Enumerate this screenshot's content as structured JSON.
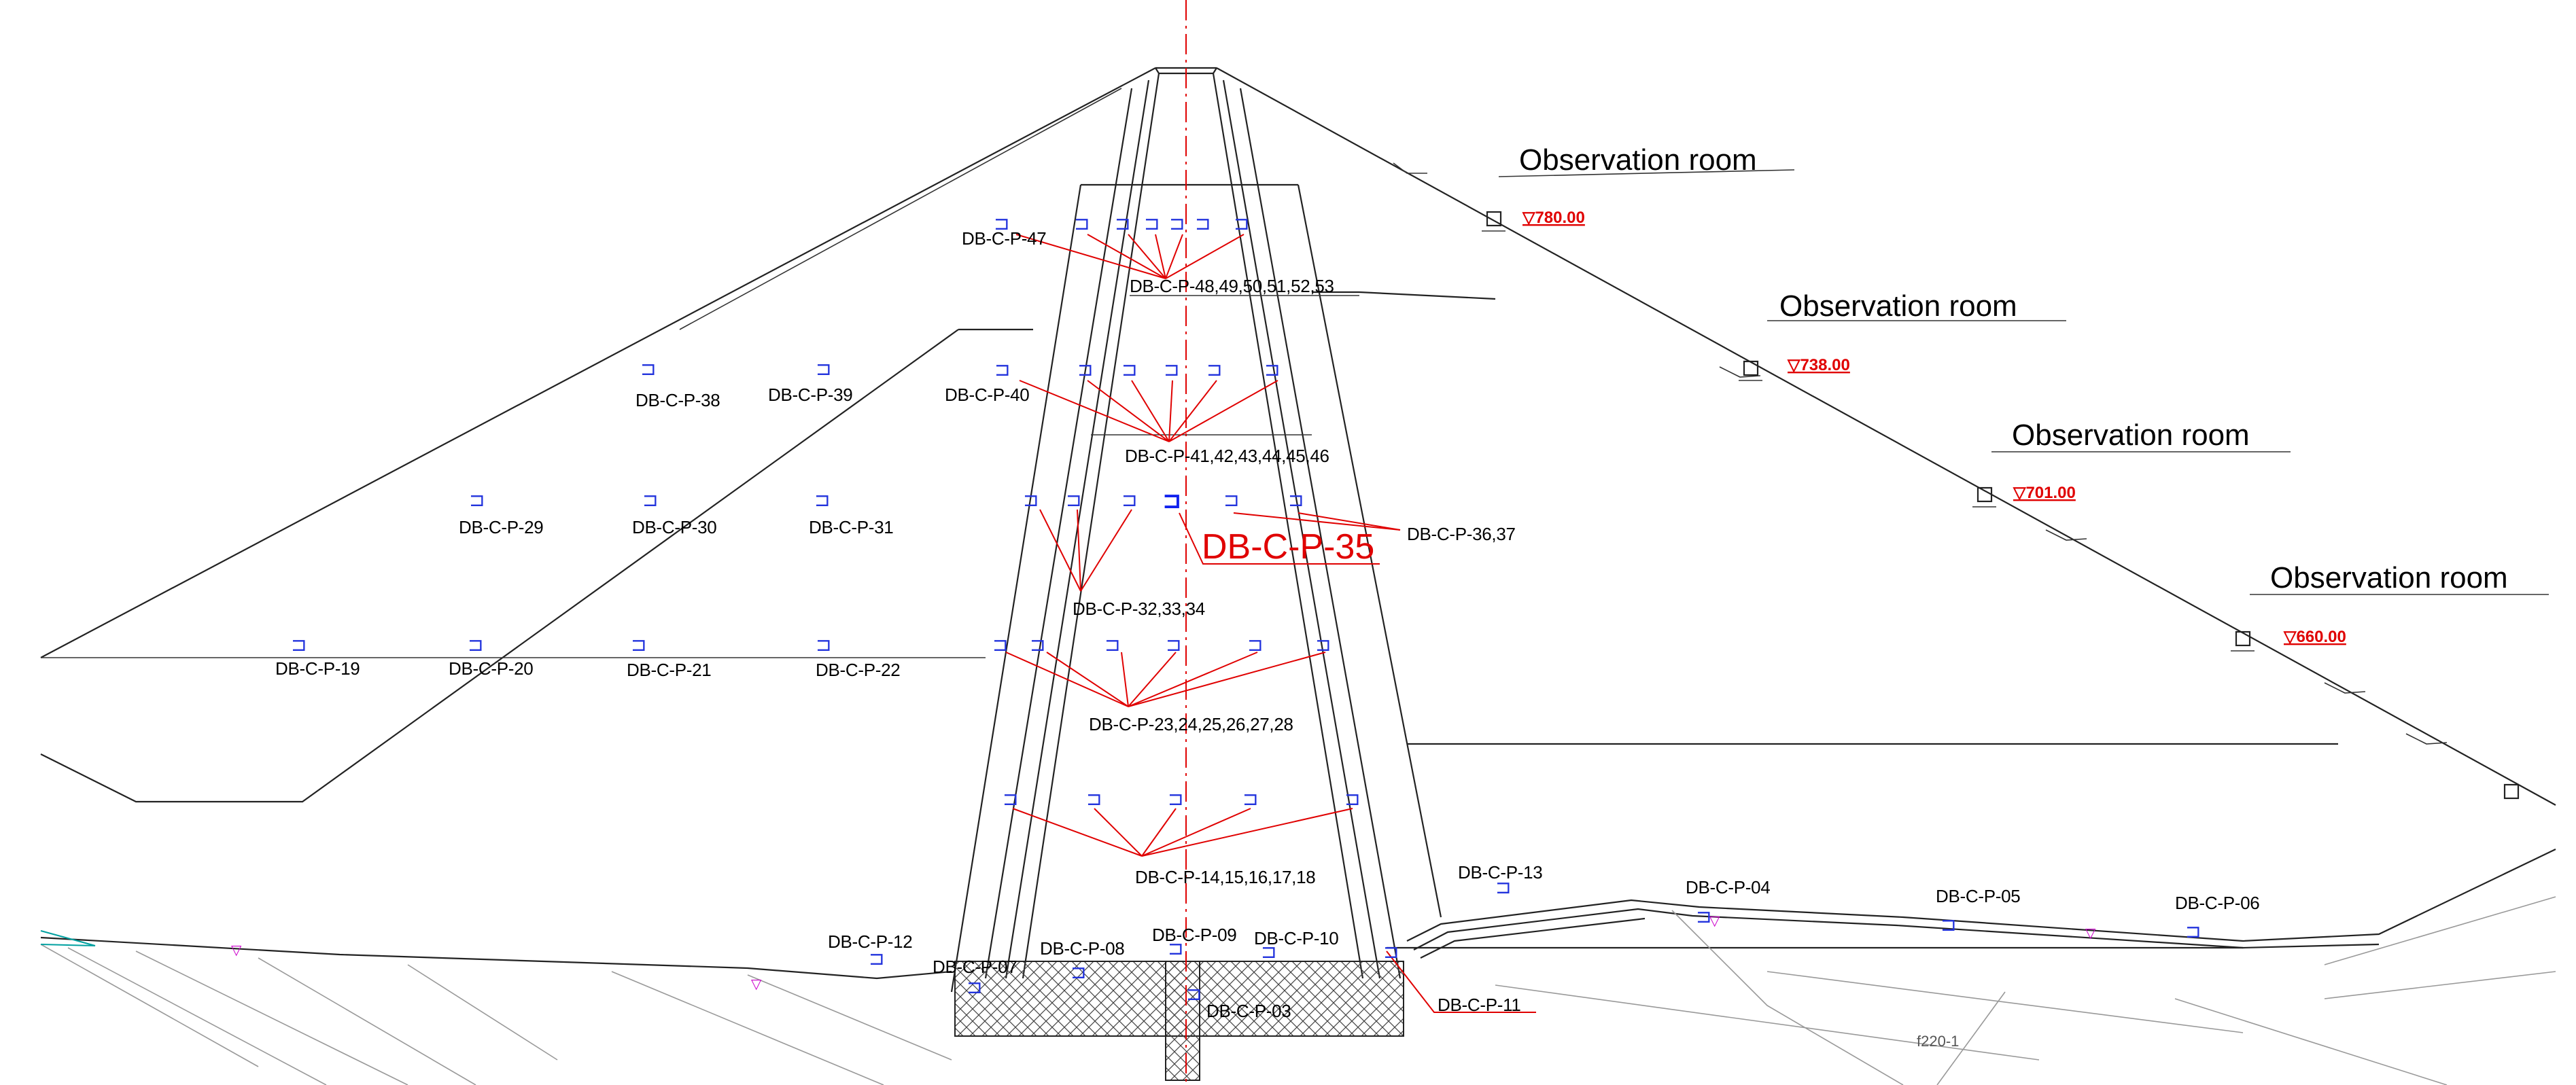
{
  "rooms": [
    {
      "label": "Observation room",
      "elevation": "▽780.00"
    },
    {
      "label": "Observation room",
      "elevation": "▽738.00"
    },
    {
      "label": "Observation room",
      "elevation": "▽701.00"
    },
    {
      "label": "Observation room",
      "elevation": "▽660.00"
    }
  ],
  "labels": {
    "p47": "DB-C-P-47",
    "p48": "DB-C-P-48,49,50,51,52,53",
    "p38": "DB-C-P-38",
    "p39": "DB-C-P-39",
    "p40": "DB-C-P-40",
    "p41": "DB-C-P-41,42,43,44,45,46",
    "p29": "DB-C-P-29",
    "p30": "DB-C-P-30",
    "p31": "DB-C-P-31",
    "p35": "DB-C-P-35",
    "p36": "DB-C-P-36,37",
    "p32": "DB-C-P-32,33,34",
    "p19": "DB-C-P-19",
    "p20": "DB-C-P-20",
    "p21": "DB-C-P-21",
    "p22": "DB-C-P-22",
    "p23": "DB-C-P-23,24,25,26,27,28",
    "p14": "DB-C-P-14,15,16,17,18",
    "p13": "DB-C-P-13",
    "p04": "DB-C-P-04",
    "p05": "DB-C-P-05",
    "p06": "DB-C-P-06",
    "p12": "DB-C-P-12",
    "p07": "DB-C-P-07",
    "p08": "DB-C-P-08",
    "p09": "DB-C-P-09",
    "p10": "DB-C-P-10",
    "p11": "DB-C-P-11",
    "p03": "DB-C-P-03",
    "fault": "f220-1"
  },
  "symbols": {
    "piezometer": "piezometer-icon",
    "glyph": "⊐"
  },
  "colors": {
    "line": "#222222",
    "highlight": "#e00000",
    "piezometer": "#2233dd",
    "axis": "#e00000",
    "water": "#00a0a0",
    "marker": "#cc00cc"
  }
}
